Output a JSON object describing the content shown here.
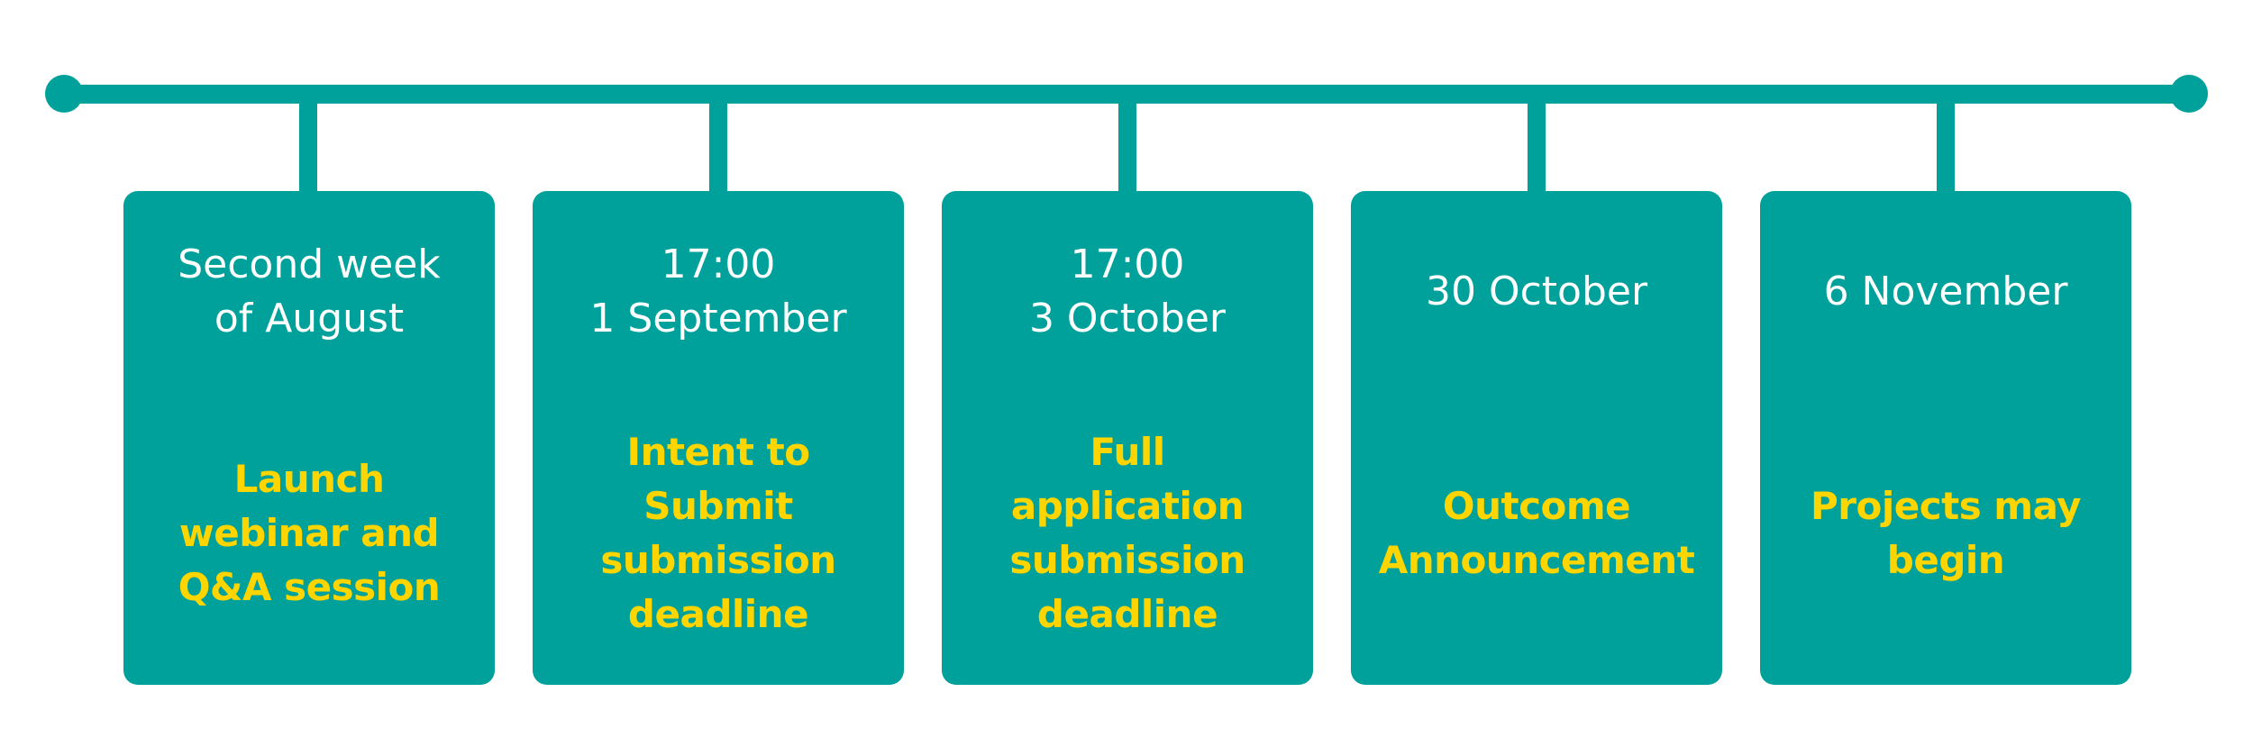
{
  "colors": {
    "teal": "#00a19a",
    "yellow": "#ffd500",
    "white": "#ffffff"
  },
  "milestones": [
    {
      "date": "Second week\nof August",
      "event": "Launch\nwebinar and\nQ&A session"
    },
    {
      "date": "17:00\n1  September",
      "event": "Intent to\nSubmit\nsubmission\ndeadline"
    },
    {
      "date": "17:00\n3 October",
      "event": "Full\napplication\nsubmission\ndeadline"
    },
    {
      "date": "30 October",
      "event": "Outcome\nAnnouncement"
    },
    {
      "date": "6 November",
      "event": "Projects may\nbegin"
    }
  ]
}
